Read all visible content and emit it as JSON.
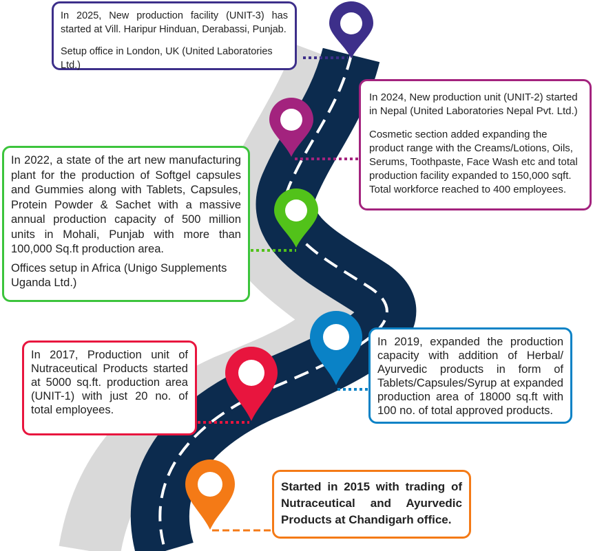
{
  "milestones": {
    "y2025": {
      "p1": "In 2025, New production facility (UNIT-3) has started at Vill. Haripur Hinduan, Derabassi, Punjab.",
      "p2": "Setup office in London, UK (United Laboratories Ltd.)",
      "color": "#3d2f8a"
    },
    "y2024": {
      "p1": "In 2024, New production unit (UNIT-2) started in Nepal (United Laboratories Nepal Pvt. Ltd.)",
      "p2": "Cosmetic section added expanding the product range with the Creams/Lotions, Oils, Serums, Toothpaste, Face Wash etc and total production facility expanded to 150,000 sqft. Total workforce reached to 400 employees.",
      "color": "#a3237e"
    },
    "y2022": {
      "p1": "In 2022, a state of the art new manufacturing plant for the production of Softgel capsules and Gummies along with Tablets, Capsules, Protein Powder & Sachet with a massive annual production capacity of 500 million units in Mohali, Punjab with more than 100,000 Sq.ft production area.",
      "p2": "Offices setup in Africa (Unigo Supplements Uganda Ltd.)",
      "color": "#52c21a"
    },
    "y2019": {
      "p1": "In 2019, expanded the production capacity with addition of Herbal/ Ayurvedic products in form of Tablets/Capsules/Syrup at expanded production area of 18000 sq.ft with 100 no. of total approved products.",
      "color": "#0a82c6"
    },
    "y2017": {
      "p1": "In 2017, Production unit of Nutraceutical Products started at 5000 sq.ft. production area (UNIT-1) with just 20 no. of total employees.",
      "color": "#e8153e"
    },
    "y2015": {
      "p1": "Started in 2015 with trading of Nutraceutical and Ayurvedic Products at Chandigarh office.",
      "color": "#f47a16"
    }
  },
  "road_color": "#0c2b4e"
}
